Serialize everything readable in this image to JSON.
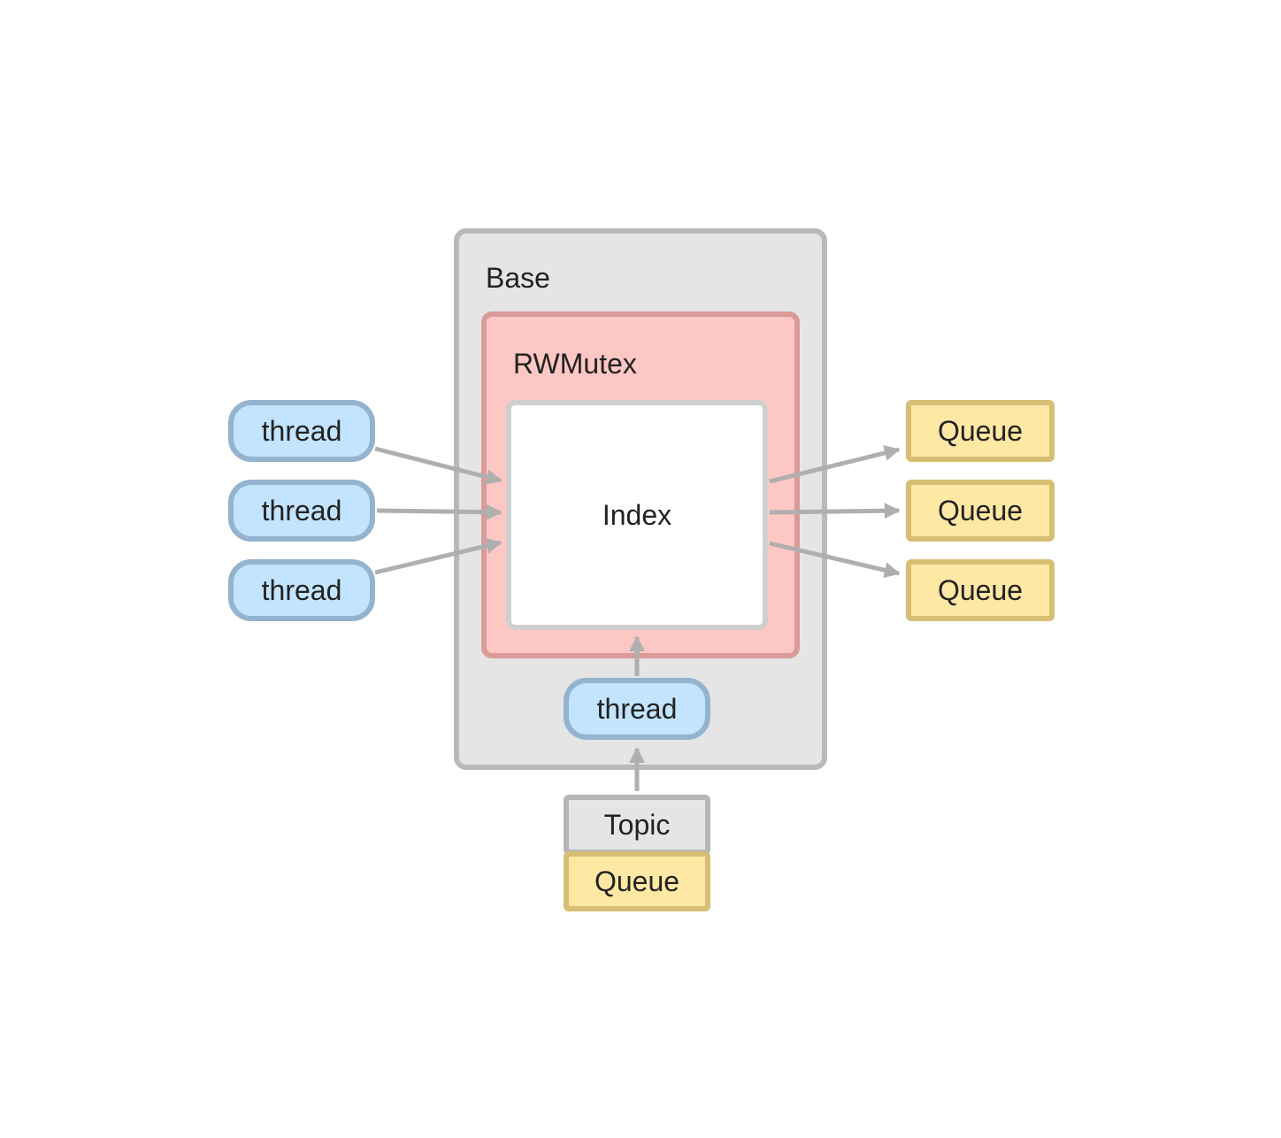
{
  "colors": {
    "base_fill": "#e5e5e5",
    "mutex_fill": "#fdc7c3",
    "thread_fill": "#c2e4fe",
    "queue_fill": "#ffe8a4",
    "topic_fill": "#e5e5e5",
    "arrow": "#afafaf"
  },
  "base": {
    "label": "Base"
  },
  "mutex": {
    "label": "RWMutex"
  },
  "index": {
    "label": "Index"
  },
  "threads": [
    {
      "label": "thread"
    },
    {
      "label": "thread"
    },
    {
      "label": "thread"
    },
    {
      "label": "thread"
    }
  ],
  "queues": [
    {
      "label": "Queue"
    },
    {
      "label": "Queue"
    },
    {
      "label": "Queue"
    },
    {
      "label": "Queue"
    }
  ],
  "topic": {
    "label": "Topic"
  }
}
